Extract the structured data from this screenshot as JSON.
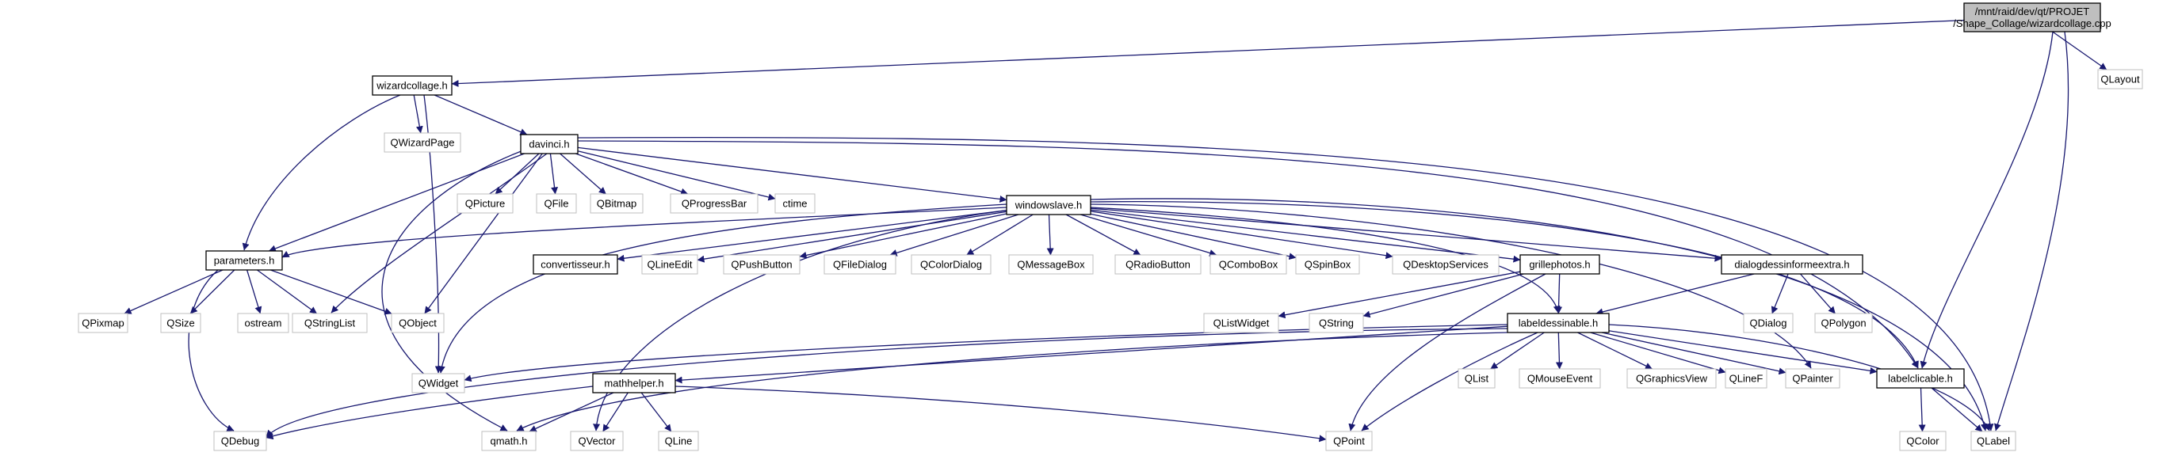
{
  "nodes": {
    "wizardcollage_cpp": {
      "lines": [
        "/mnt/raid/dev/qt/PROJET",
        "/Shape_Collage/wizardcollage.cpp"
      ],
      "kind": "root"
    },
    "qlayout": {
      "lines": [
        "QLayout"
      ],
      "kind": "ext"
    },
    "wizardcollage_h": {
      "lines": [
        "wizardcollage.h"
      ],
      "kind": "doc"
    },
    "qwizardpage": {
      "lines": [
        "QWizardPage"
      ],
      "kind": "ext"
    },
    "davinci_h": {
      "lines": [
        "davinci.h"
      ],
      "kind": "doc"
    },
    "qpicture": {
      "lines": [
        "QPicture"
      ],
      "kind": "ext"
    },
    "qfile": {
      "lines": [
        "QFile"
      ],
      "kind": "ext"
    },
    "qbitmap": {
      "lines": [
        "QBitmap"
      ],
      "kind": "ext"
    },
    "qprogressbar": {
      "lines": [
        "QProgressBar"
      ],
      "kind": "ext"
    },
    "ctime": {
      "lines": [
        "ctime"
      ],
      "kind": "ext"
    },
    "windowslave_h": {
      "lines": [
        "windowslave.h"
      ],
      "kind": "doc"
    },
    "parameters_h": {
      "lines": [
        "parameters.h"
      ],
      "kind": "doc"
    },
    "convertisseur_h": {
      "lines": [
        "convertisseur.h"
      ],
      "kind": "doc"
    },
    "qlineedit": {
      "lines": [
        "QLineEdit"
      ],
      "kind": "ext"
    },
    "qpushbutton": {
      "lines": [
        "QPushButton"
      ],
      "kind": "ext"
    },
    "qfiledialog": {
      "lines": [
        "QFileDialog"
      ],
      "kind": "ext"
    },
    "qcolordialog": {
      "lines": [
        "QColorDialog"
      ],
      "kind": "ext"
    },
    "qmessagebox": {
      "lines": [
        "QMessageBox"
      ],
      "kind": "ext"
    },
    "qradiobutton": {
      "lines": [
        "QRadioButton"
      ],
      "kind": "ext"
    },
    "qcombobox": {
      "lines": [
        "QComboBox"
      ],
      "kind": "ext"
    },
    "qspinbox": {
      "lines": [
        "QSpinBox"
      ],
      "kind": "ext"
    },
    "qdesktopservices": {
      "lines": [
        "QDesktopServices"
      ],
      "kind": "ext"
    },
    "grillephotos_h": {
      "lines": [
        "grillephotos.h"
      ],
      "kind": "doc"
    },
    "dialogdessin_h": {
      "lines": [
        "dialogdessinformeextra.h"
      ],
      "kind": "doc"
    },
    "qpixmap": {
      "lines": [
        "QPixmap"
      ],
      "kind": "ext"
    },
    "qsize": {
      "lines": [
        "QSize"
      ],
      "kind": "ext"
    },
    "ostream": {
      "lines": [
        "ostream"
      ],
      "kind": "ext"
    },
    "qstringlist": {
      "lines": [
        "QStringList"
      ],
      "kind": "ext"
    },
    "qobject": {
      "lines": [
        "QObject"
      ],
      "kind": "ext"
    },
    "qlistwidget": {
      "lines": [
        "QListWidget"
      ],
      "kind": "ext"
    },
    "qstring": {
      "lines": [
        "QString"
      ],
      "kind": "ext"
    },
    "qdialog": {
      "lines": [
        "QDialog"
      ],
      "kind": "ext"
    },
    "qpolygon": {
      "lines": [
        "QPolygon"
      ],
      "kind": "ext"
    },
    "labeldessinable_h": {
      "lines": [
        "labeldessinable.h"
      ],
      "kind": "doc"
    },
    "qwidget": {
      "lines": [
        "QWidget"
      ],
      "kind": "ext"
    },
    "qlist": {
      "lines": [
        "QList"
      ],
      "kind": "ext"
    },
    "qmouseevent": {
      "lines": [
        "QMouseEvent"
      ],
      "kind": "ext"
    },
    "qgraphicsview": {
      "lines": [
        "QGraphicsView"
      ],
      "kind": "ext"
    },
    "qlinef": {
      "lines": [
        "QLineF"
      ],
      "kind": "ext"
    },
    "qpainter": {
      "lines": [
        "QPainter"
      ],
      "kind": "ext"
    },
    "labelclicable_h": {
      "lines": [
        "labelclicable.h"
      ],
      "kind": "doc"
    },
    "mathhelper_h": {
      "lines": [
        "mathhelper.h"
      ],
      "kind": "doc"
    },
    "qdebug": {
      "lines": [
        "QDebug"
      ],
      "kind": "ext"
    },
    "qmath_h": {
      "lines": [
        "qmath.h"
      ],
      "kind": "ext"
    },
    "qvector": {
      "lines": [
        "QVector"
      ],
      "kind": "ext"
    },
    "qline": {
      "lines": [
        "QLine"
      ],
      "kind": "ext"
    },
    "qpoint": {
      "lines": [
        "QPoint"
      ],
      "kind": "ext"
    },
    "qcolor": {
      "lines": [
        "QColor"
      ],
      "kind": "ext"
    },
    "qlabel": {
      "lines": [
        "QLabel"
      ],
      "kind": "ext"
    }
  },
  "edges": [
    [
      "wizardcollage_cpp",
      "wizardcollage_h"
    ],
    [
      "wizardcollage_cpp",
      "qlayout"
    ],
    [
      "wizardcollage_cpp",
      "labelclicable_h"
    ],
    [
      "wizardcollage_cpp",
      "qlabel"
    ],
    [
      "wizardcollage_h",
      "qwizardpage"
    ],
    [
      "wizardcollage_h",
      "davinci_h"
    ],
    [
      "wizardcollage_h",
      "parameters_h"
    ],
    [
      "wizardcollage_h",
      "qwidget"
    ],
    [
      "davinci_h",
      "qpicture"
    ],
    [
      "davinci_h",
      "qfile"
    ],
    [
      "davinci_h",
      "qbitmap"
    ],
    [
      "davinci_h",
      "qprogressbar"
    ],
    [
      "davinci_h",
      "ctime"
    ],
    [
      "davinci_h",
      "windowslave_h"
    ],
    [
      "davinci_h",
      "parameters_h"
    ],
    [
      "davinci_h",
      "qstringlist"
    ],
    [
      "davinci_h",
      "qobject"
    ],
    [
      "davinci_h",
      "qmath_h"
    ],
    [
      "davinci_h",
      "labelclicable_h"
    ],
    [
      "davinci_h",
      "qlabel"
    ],
    [
      "windowslave_h",
      "parameters_h"
    ],
    [
      "windowslave_h",
      "convertisseur_h"
    ],
    [
      "windowslave_h",
      "qlineedit"
    ],
    [
      "windowslave_h",
      "qpushbutton"
    ],
    [
      "windowslave_h",
      "qfiledialog"
    ],
    [
      "windowslave_h",
      "qcolordialog"
    ],
    [
      "windowslave_h",
      "qmessagebox"
    ],
    [
      "windowslave_h",
      "qradiobutton"
    ],
    [
      "windowslave_h",
      "qcombobox"
    ],
    [
      "windowslave_h",
      "qspinbox"
    ],
    [
      "windowslave_h",
      "qdesktopservices"
    ],
    [
      "windowslave_h",
      "grillephotos_h"
    ],
    [
      "windowslave_h",
      "dialogdessin_h"
    ],
    [
      "windowslave_h",
      "labeldessinable_h"
    ],
    [
      "windowslave_h",
      "qwidget"
    ],
    [
      "windowslave_h",
      "qvector"
    ],
    [
      "windowslave_h",
      "qpainter"
    ],
    [
      "windowslave_h",
      "labelclicable_h"
    ],
    [
      "windowslave_h",
      "qlabel"
    ],
    [
      "parameters_h",
      "qpixmap"
    ],
    [
      "parameters_h",
      "qsize"
    ],
    [
      "parameters_h",
      "ostream"
    ],
    [
      "parameters_h",
      "qstringlist"
    ],
    [
      "parameters_h",
      "qobject"
    ],
    [
      "parameters_h",
      "qdebug"
    ],
    [
      "grillephotos_h",
      "qlistwidget"
    ],
    [
      "grillephotos_h",
      "qstring"
    ],
    [
      "grillephotos_h",
      "labeldessinable_h"
    ],
    [
      "grillephotos_h",
      "qpoint"
    ],
    [
      "dialogdessin_h",
      "qdialog"
    ],
    [
      "dialogdessin_h",
      "qpolygon"
    ],
    [
      "dialogdessin_h",
      "labeldessinable_h"
    ],
    [
      "labeldessinable_h",
      "qwidget"
    ],
    [
      "labeldessinable_h",
      "mathhelper_h"
    ],
    [
      "labeldessinable_h",
      "qlist"
    ],
    [
      "labeldessinable_h",
      "qmouseevent"
    ],
    [
      "labeldessinable_h",
      "qgraphicsview"
    ],
    [
      "labeldessinable_h",
      "qlinef"
    ],
    [
      "labeldessinable_h",
      "qpainter"
    ],
    [
      "labeldessinable_h",
      "labelclicable_h"
    ],
    [
      "labeldessinable_h",
      "qpoint"
    ],
    [
      "labeldessinable_h",
      "qmath_h"
    ],
    [
      "labeldessinable_h",
      "qdebug"
    ],
    [
      "labeldessinable_h",
      "qlabel"
    ],
    [
      "mathhelper_h",
      "qdebug"
    ],
    [
      "mathhelper_h",
      "qmath_h"
    ],
    [
      "mathhelper_h",
      "qvector"
    ],
    [
      "mathhelper_h",
      "qline"
    ],
    [
      "mathhelper_h",
      "qpoint"
    ],
    [
      "labelclicable_h",
      "qcolor"
    ],
    [
      "labelclicable_h",
      "qlabel"
    ]
  ]
}
